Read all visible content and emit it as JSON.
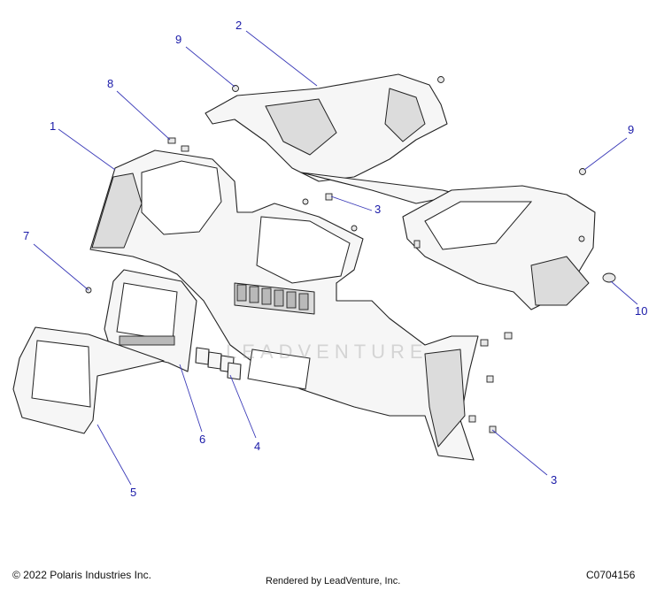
{
  "diagram": {
    "callouts": [
      "1",
      "2",
      "3",
      "3",
      "4",
      "5",
      "6",
      "7",
      "8",
      "9",
      "9",
      "10"
    ],
    "watermark_text": "LEADVENTURE"
  },
  "footer": {
    "copyright": "© 2022 Polaris Industries Inc.",
    "rendered_by": "Rendered by LeadVenture, Inc.",
    "figure_code": "C0704156"
  },
  "colors": {
    "callout_text": "#1a1aa8",
    "leader_line": "#3a3ab8",
    "part_fill": "#f6f6f6",
    "part_outline": "#222222"
  }
}
